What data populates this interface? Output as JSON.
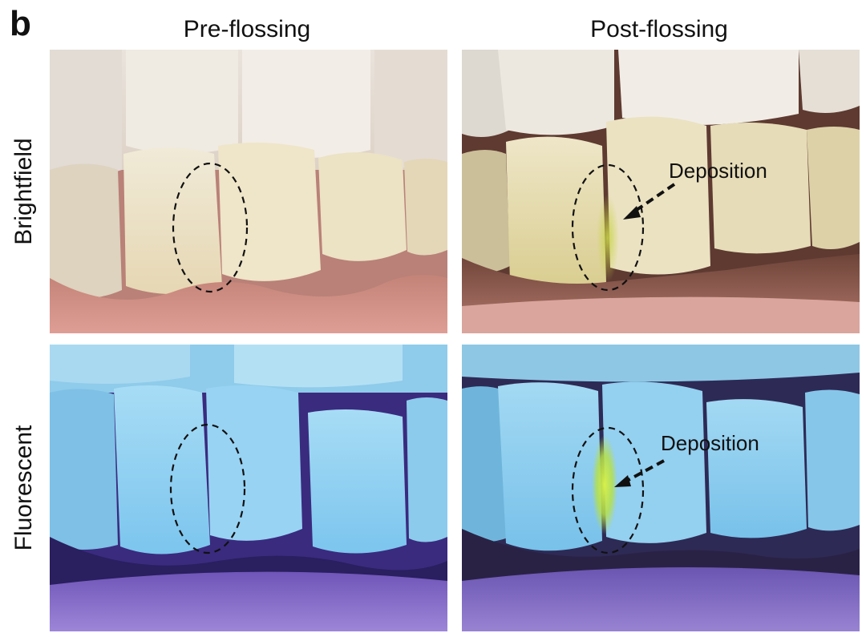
{
  "figure": {
    "panel_letter": "b",
    "columns": [
      {
        "label": "Pre-flossing"
      },
      {
        "label": "Post-flossing"
      }
    ],
    "rows": [
      {
        "label": "Brightfield"
      },
      {
        "label": "Fluorescent"
      }
    ],
    "annotations": {
      "brightfield_post": "Deposition",
      "fluorescent_post": "Deposition"
    },
    "colors": {
      "brightfield_tooth": "#efe6cf",
      "brightfield_gum": "#c98b88",
      "fluorescent_tooth": "#9fd6f2",
      "fluorescent_gum": "#3b2a7a",
      "deposition_green": "#b5e04a"
    }
  }
}
